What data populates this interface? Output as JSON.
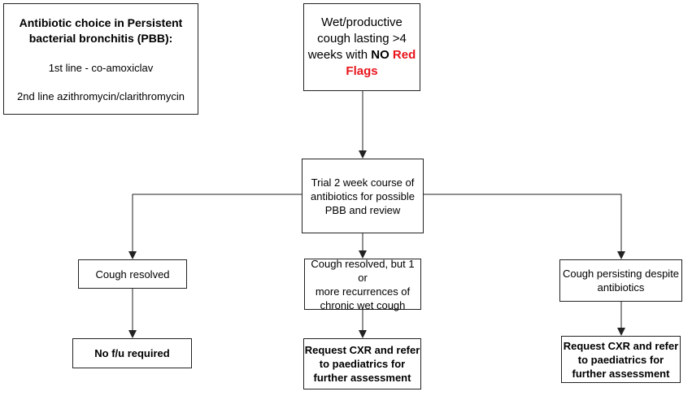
{
  "info_box": {
    "title_line1": "Antibiotic choice in Persistent",
    "title_line2": "bacterial bronchitis (PBB):",
    "first_line": "1st line - co-amoxiclav",
    "second_line": "2nd line azithromycin/clarithromycin"
  },
  "start": {
    "line1": "Wet/productive",
    "line2": "cough lasting >4",
    "line3_pre": "weeks with ",
    "line3_no": "NO",
    "line3_red": "Red",
    "line4_red": "Flags"
  },
  "trial": {
    "line1": "Trial 2 week course of",
    "line2": "antibiotics for possible",
    "line3": "PBB and review"
  },
  "resolved": {
    "line1": "Cough resolved"
  },
  "recurrence": {
    "line1": "Cough resolved, but 1 or",
    "line2": "more recurrences of",
    "line3": "chronic wet cough"
  },
  "persisting": {
    "line1": "Cough persisting despite",
    "line2": "antibiotics"
  },
  "no_followup": {
    "line1": "No f/u required"
  },
  "refer_mid": {
    "line1": "Request CXR and refer",
    "line2": "to paediatrics for",
    "line3": "further assessment"
  },
  "refer_right": {
    "line1": "Request CXR and refer",
    "line2": "to paediatrics for",
    "line3": "further assessment"
  }
}
